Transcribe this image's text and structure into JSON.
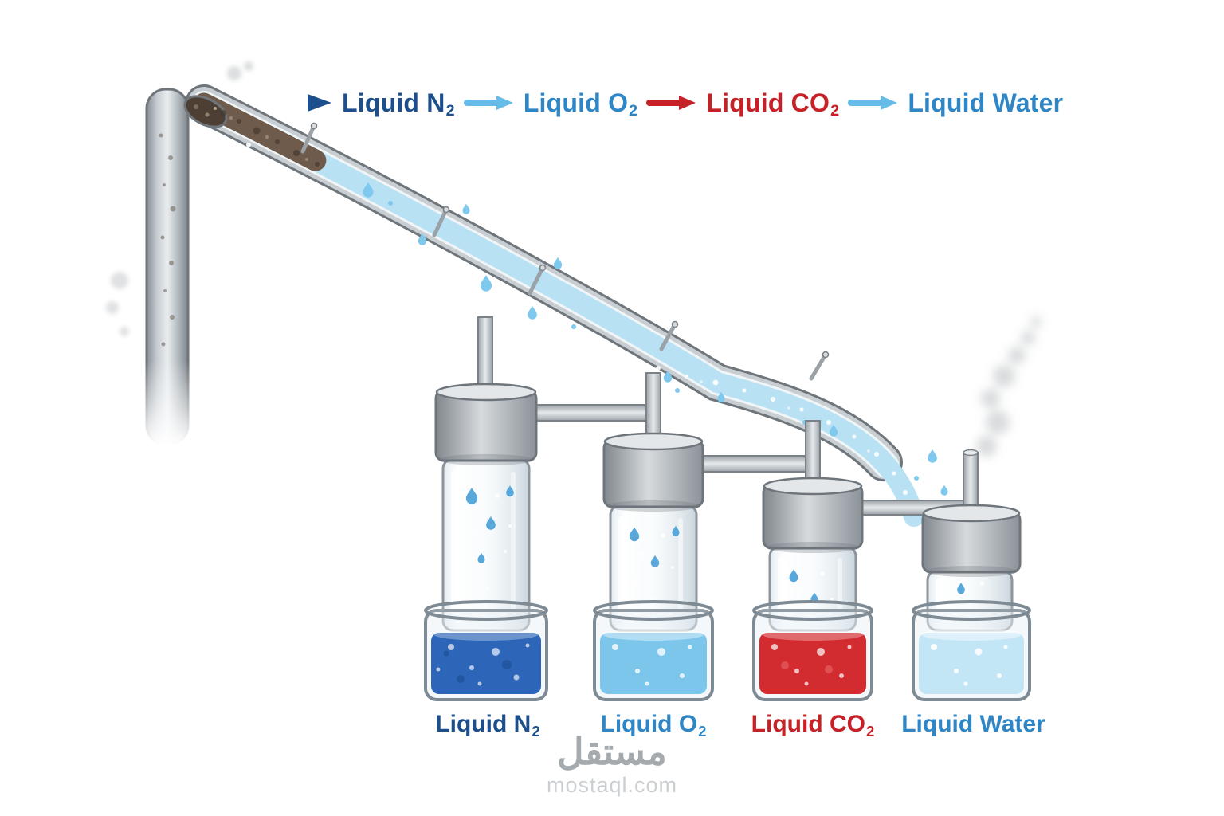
{
  "diagram": {
    "type": "science-illustration",
    "topic": "Separation of liquefied air into liquid components by fractional condensation"
  },
  "legend": {
    "items": [
      {
        "text": "Liquid N",
        "subscript": "2",
        "color": "#1d4f8c"
      },
      {
        "text": "Liquid O",
        "subscript": "2",
        "color": "#2e86c6"
      },
      {
        "text": "Liquid CO",
        "subscript": "2",
        "color": "#c52127"
      },
      {
        "text": "Liquid Water",
        "subscript": "",
        "color": "#2e86c6"
      }
    ],
    "arrows": [
      {
        "color_start": "#a9cbe6",
        "color_end": "#1d4f8c"
      },
      {
        "color": "#66bce8"
      },
      {
        "color": "#c52127"
      },
      {
        "color": "#66bce8"
      }
    ]
  },
  "containers": [
    {
      "label": "Liquid N",
      "subscript": "2",
      "label_color": "#1d4f8c",
      "liquid_color": "#2d66b8"
    },
    {
      "label": "Liquid O",
      "subscript": "2",
      "label_color": "#2e86c6",
      "liquid_color": "#7cc6ec"
    },
    {
      "label": "Liquid CO",
      "subscript": "2",
      "label_color": "#c52127",
      "liquid_color": "#d22b30"
    },
    {
      "label": "Liquid Water",
      "subscript": "",
      "label_color": "#2e86c6",
      "liquid_color": "#c3e6f7"
    }
  ],
  "watermark": {
    "brand": "مستقل",
    "domain": "mostaql.com"
  }
}
